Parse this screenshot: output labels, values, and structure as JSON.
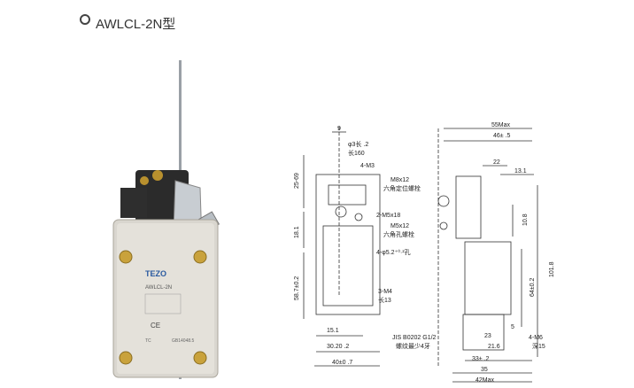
{
  "header": {
    "title": "AWLCL-2N型"
  },
  "product": {
    "brand": "TEZO",
    "model_label": "AWLCL-2N",
    "cert_mark": "CE",
    "standard": "GB14048.5",
    "corner_mark": "TC"
  },
  "front_view": {
    "dims": {
      "top_width": "9",
      "rod_dia": "φ3长 .2",
      "rod_len": "长160",
      "h_25": "25-69",
      "h_18": "18.1",
      "h_58": "58.7±0.2",
      "w_15": "15.1",
      "w_30": "30.20 .2",
      "w_40": "40±0 .7"
    },
    "callouts": {
      "m3": "4-M3",
      "m5": "2-M5x18",
      "hole": "4-φ5.2⁺⁰·²孔",
      "m4": "3-M4",
      "m4_len": "长13"
    }
  },
  "side_view": {
    "dims": {
      "w_55": "55Max",
      "w_46": "46±  .5",
      "w_22": "22",
      "w_13": "13.1",
      "h_10": "10.8",
      "h_101": "101.8",
      "h_64": "64±0.2",
      "h_5": "5",
      "w_23": "23",
      "w_21": "21.6",
      "w_33": "33±  .2",
      "w_35": "35",
      "w_42": "42Max"
    },
    "callouts": {
      "m8": "M8x12",
      "m8_desc": "六角定位螺栓",
      "m5": "M5x12",
      "m5_desc": "六角孔螺栓",
      "jis": "JIS B0202 G1/2",
      "jis_desc": "螺纹最少4牙",
      "m6": "4-M6",
      "m6_depth": "深15"
    }
  }
}
